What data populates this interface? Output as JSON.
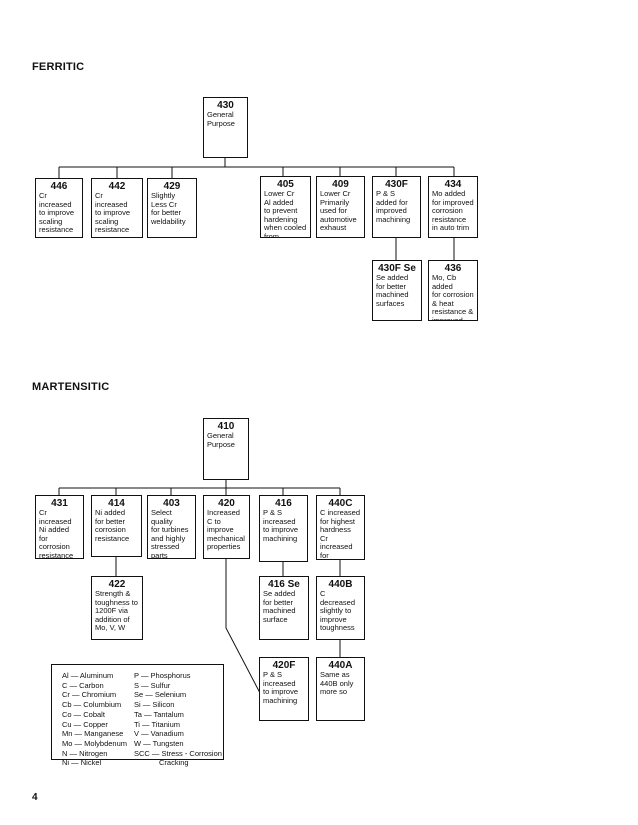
{
  "sections": {
    "ferritic_title": "FERRITIC",
    "martensitic_title": "MARTENSITIC"
  },
  "ferritic": {
    "g430": {
      "num": "430",
      "desc": "General\nPurpose"
    },
    "g446": {
      "num": "446",
      "desc": "Cr\nincreased\nto improve\nscaling\nresistance"
    },
    "g442": {
      "num": "442",
      "desc": "Cr\nincreased\nto improve\nscaling\nresistance"
    },
    "g429": {
      "num": "429",
      "desc": "Slightly\nLess Cr\nfor better\nweldability"
    },
    "g405": {
      "num": "405",
      "desc": "Lower Cr\nAl added\nto prevent\nhardening\nwhen cooled\nfrom elevated\ntemperatures"
    },
    "g409": {
      "num": "409",
      "desc": "Lower Cr\nPrimarily\nused for\nautomotive\nexhaust"
    },
    "g430f": {
      "num": "430F",
      "desc": "P & S\nadded for\nimproved\nmachining"
    },
    "g434": {
      "num": "434",
      "desc": "Mo added\nfor improved\ncorrosion\nresistance\nin auto trim"
    },
    "g430fse": {
      "num": "430F Se",
      "desc": "Se added\nfor better\nmachined\nsurfaces"
    },
    "g436": {
      "num": "436",
      "desc": "Mo, Cb added\nfor corrosion\n& heat\nresistance &\nimproved\nroping"
    }
  },
  "martensitic": {
    "g410": {
      "num": "410",
      "desc": "General\nPurpose"
    },
    "g431": {
      "num": "431",
      "desc": "Cr increased\nNi added\nfor corrosion\nresistance\nGood\nMechan.\nProperties"
    },
    "g414": {
      "num": "414",
      "desc": "Ni added\nfor better\ncorrosion\nresistance"
    },
    "g403": {
      "num": "403",
      "desc": "Select\nquality\nfor turbines\nand highly\nstressed\nparts"
    },
    "g420": {
      "num": "420",
      "desc": "Increased\nC to\nimprove\nmechanical\nproperties"
    },
    "g416": {
      "num": "416",
      "desc": "P & S\nincreased\nto improve\nmachining"
    },
    "g440c": {
      "num": "440C",
      "desc": "C increased\nfor highest\nhardness\nCr increased\nfor corrosion\nresistance"
    },
    "g422": {
      "num": "422",
      "desc": "Strength &\ntoughness to\n1200F via\naddition of\nMo, V, W"
    },
    "g416se": {
      "num": "416 Se",
      "desc": "Se added\nfor better\nmachined\nsurface"
    },
    "g440b": {
      "num": "440B",
      "desc": "C decreased\nslightly to\nimprove\ntoughness"
    },
    "g420f": {
      "num": "420F",
      "desc": "P & S\nincreased\nto improve\nmachining"
    },
    "g440a": {
      "num": "440A",
      "desc": "Same as\n440B only\nmore so"
    }
  },
  "legend": {
    "left": "Al — Aluminum\nC — Carbon\nCr — Chromium\nCb — Columbium\nCo — Cobalt\nCu — Copper\nMn — Manganese\nMo — Molybdenum\nN — Nitrogen\nNi — Nickel",
    "right": "P — Phosphorus\nS — Sulfur\nSe — Selenium\nSi — Silicon\nTa — Tantalum\nTi — Titanium\nV — Vanadium\nW — Tungsten\nSCC — Stress - Corrosion\n            Cracking"
  },
  "page_number": "4"
}
